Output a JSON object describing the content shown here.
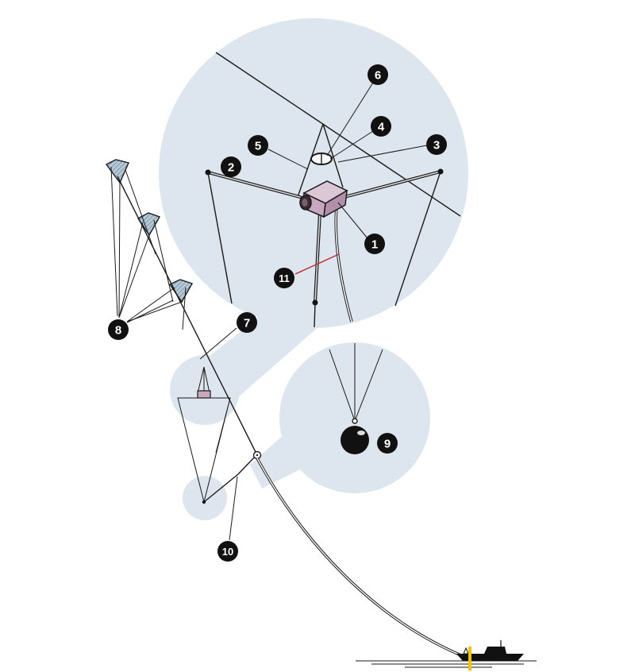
{
  "markers": [
    {
      "id": "m1",
      "label": "1"
    },
    {
      "id": "m2",
      "label": "2"
    },
    {
      "id": "m3",
      "label": "3"
    },
    {
      "id": "m4",
      "label": "4"
    },
    {
      "id": "m5",
      "label": "5"
    },
    {
      "id": "m6",
      "label": "6"
    },
    {
      "id": "m7",
      "label": "7"
    },
    {
      "id": "m8",
      "label": "8"
    },
    {
      "id": "m9",
      "label": "9"
    },
    {
      "id": "m10",
      "label": "10"
    },
    {
      "id": "m11",
      "label": "11"
    }
  ],
  "colors": {
    "bubble": "#dde6ee",
    "marker": "#111111",
    "marker_text": "#ffffff",
    "camera": "#c8a8c0",
    "cable_highlight": "#c0272d",
    "kite_fill": "#b7c9d6",
    "ship": "#111111",
    "ship_accent": "#f2c200"
  },
  "icons": {
    "camera": "camera-icon",
    "kite": "kite-icon",
    "weight": "ball-weight-icon",
    "ship": "boat-icon"
  }
}
